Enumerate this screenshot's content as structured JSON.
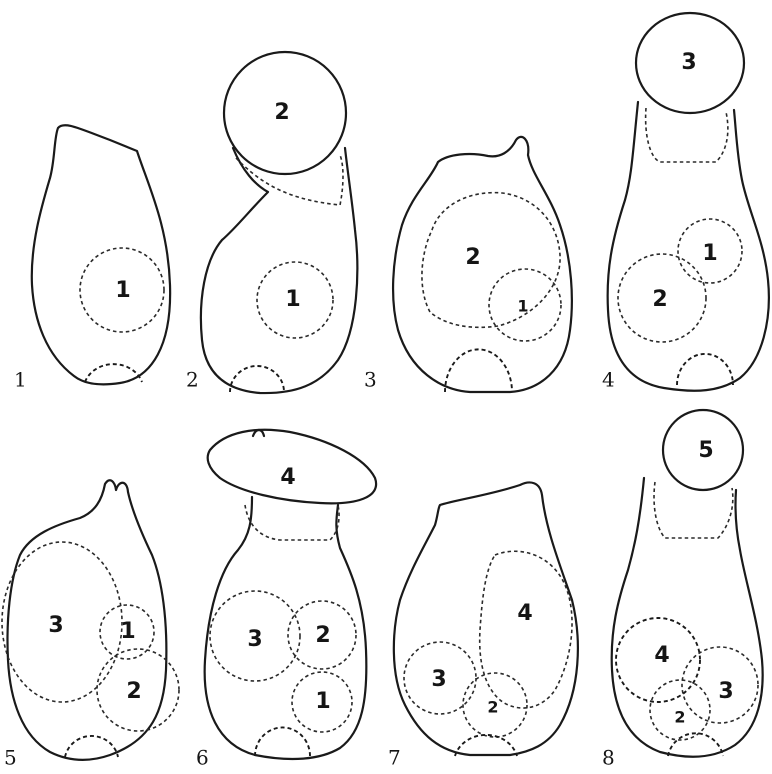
{
  "figures": [
    {
      "number": "1",
      "labels": [
        "1"
      ]
    },
    {
      "number": "2",
      "labels": [
        "2",
        "1"
      ]
    },
    {
      "number": "3",
      "labels": [
        "2",
        "1"
      ]
    },
    {
      "number": "4",
      "labels": [
        "3",
        "1",
        "2"
      ]
    },
    {
      "number": "5",
      "labels": [
        "3",
        "1",
        "2"
      ]
    },
    {
      "number": "6",
      "labels": [
        "4",
        "3",
        "2",
        "1"
      ]
    },
    {
      "number": "7",
      "labels": [
        "4",
        "3",
        "2"
      ]
    },
    {
      "number": "8",
      "labels": [
        "5",
        "4",
        "3",
        "2"
      ]
    }
  ]
}
